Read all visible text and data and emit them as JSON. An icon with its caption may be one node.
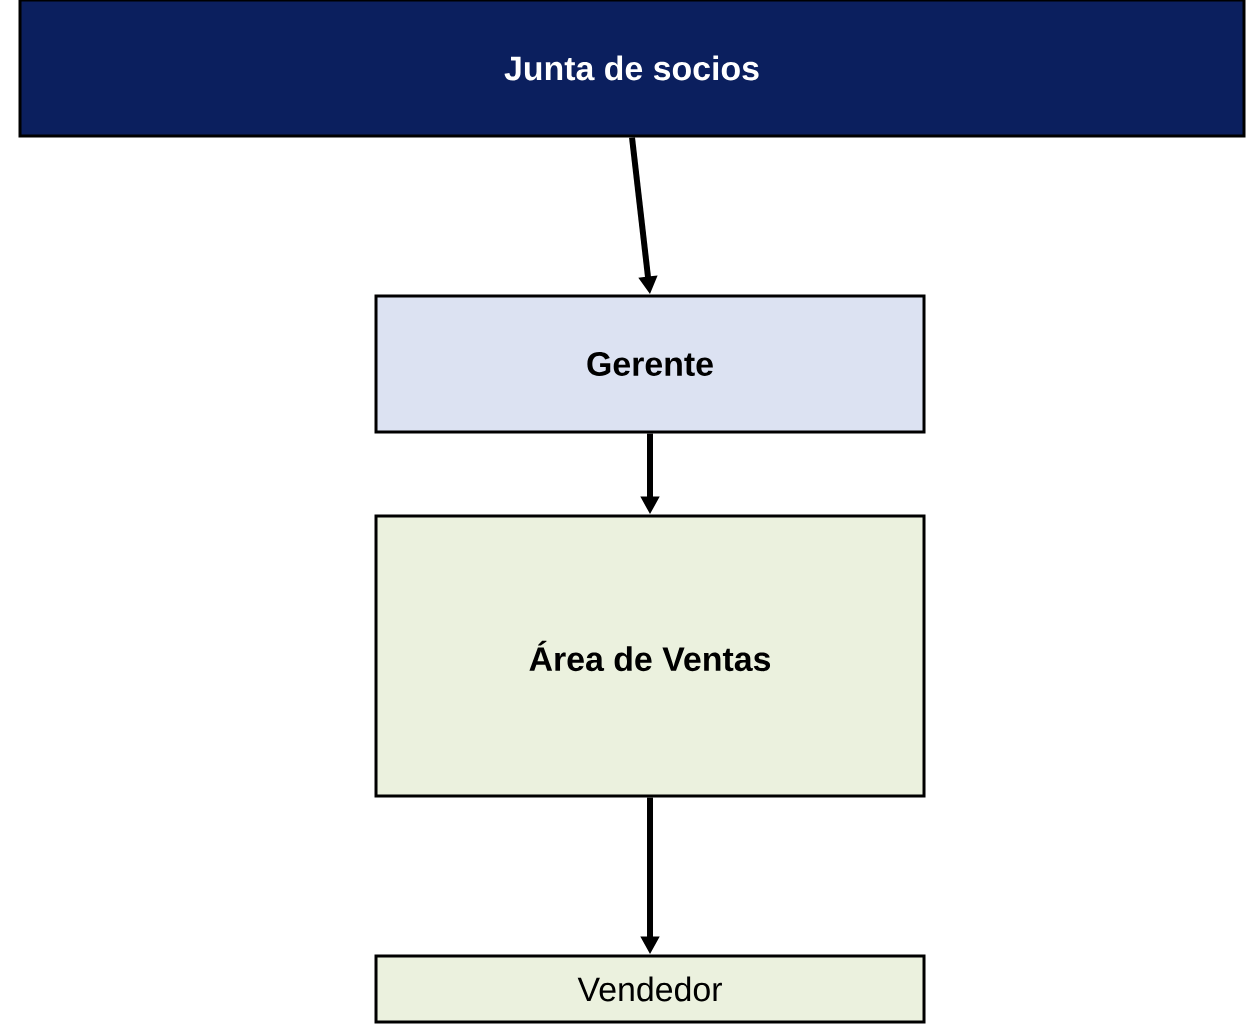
{
  "diagram": {
    "nodes": [
      {
        "text": [
          "Junta de socios"
        ]
      },
      {
        "text": [
          "Gerente"
        ]
      },
      {
        "text": [
          "Área de Ventas"
        ]
      },
      {
        "text": [
          "Vendedor"
        ]
      }
    ],
    "edges": [
      {
        "from": 0,
        "to": 1,
        "arrow": "to"
      },
      {
        "from": 1,
        "to": 2,
        "arrow": "to"
      },
      {
        "from": 2,
        "to": 3,
        "arrow": "to"
      }
    ]
  }
}
